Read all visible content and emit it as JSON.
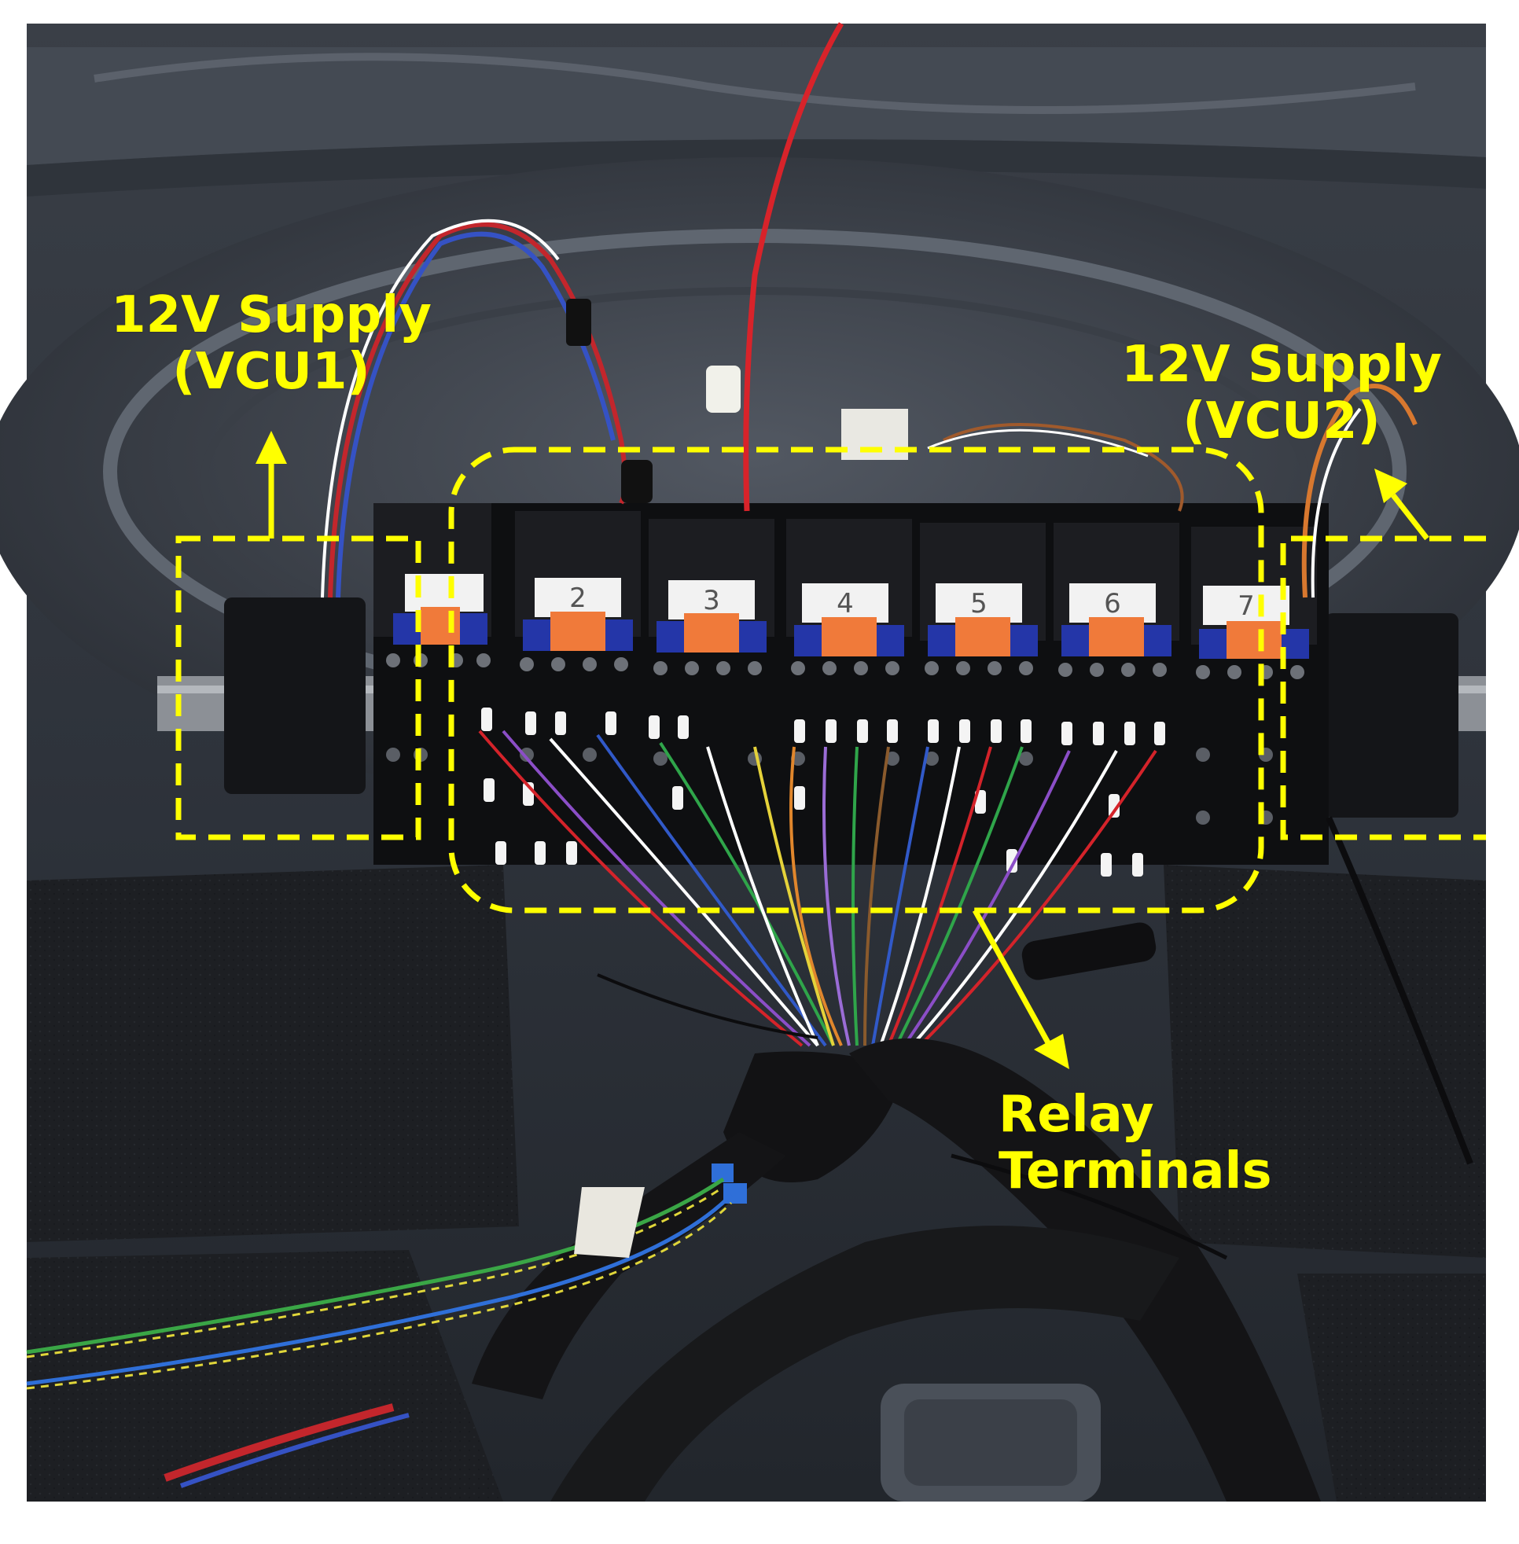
{
  "labels": {
    "supply_vcu1": {
      "line1": "12V Supply",
      "line2": "(VCU1)"
    },
    "supply_vcu2": {
      "line1": "12V Supply",
      "line2": "(VCU2)"
    },
    "relay_terminals": {
      "line1": "Relay",
      "line2": "Terminals"
    }
  },
  "relay_numbers": [
    "2",
    "3",
    "4",
    "5",
    "6",
    "7"
  ],
  "highlight_color": "#ffff00"
}
